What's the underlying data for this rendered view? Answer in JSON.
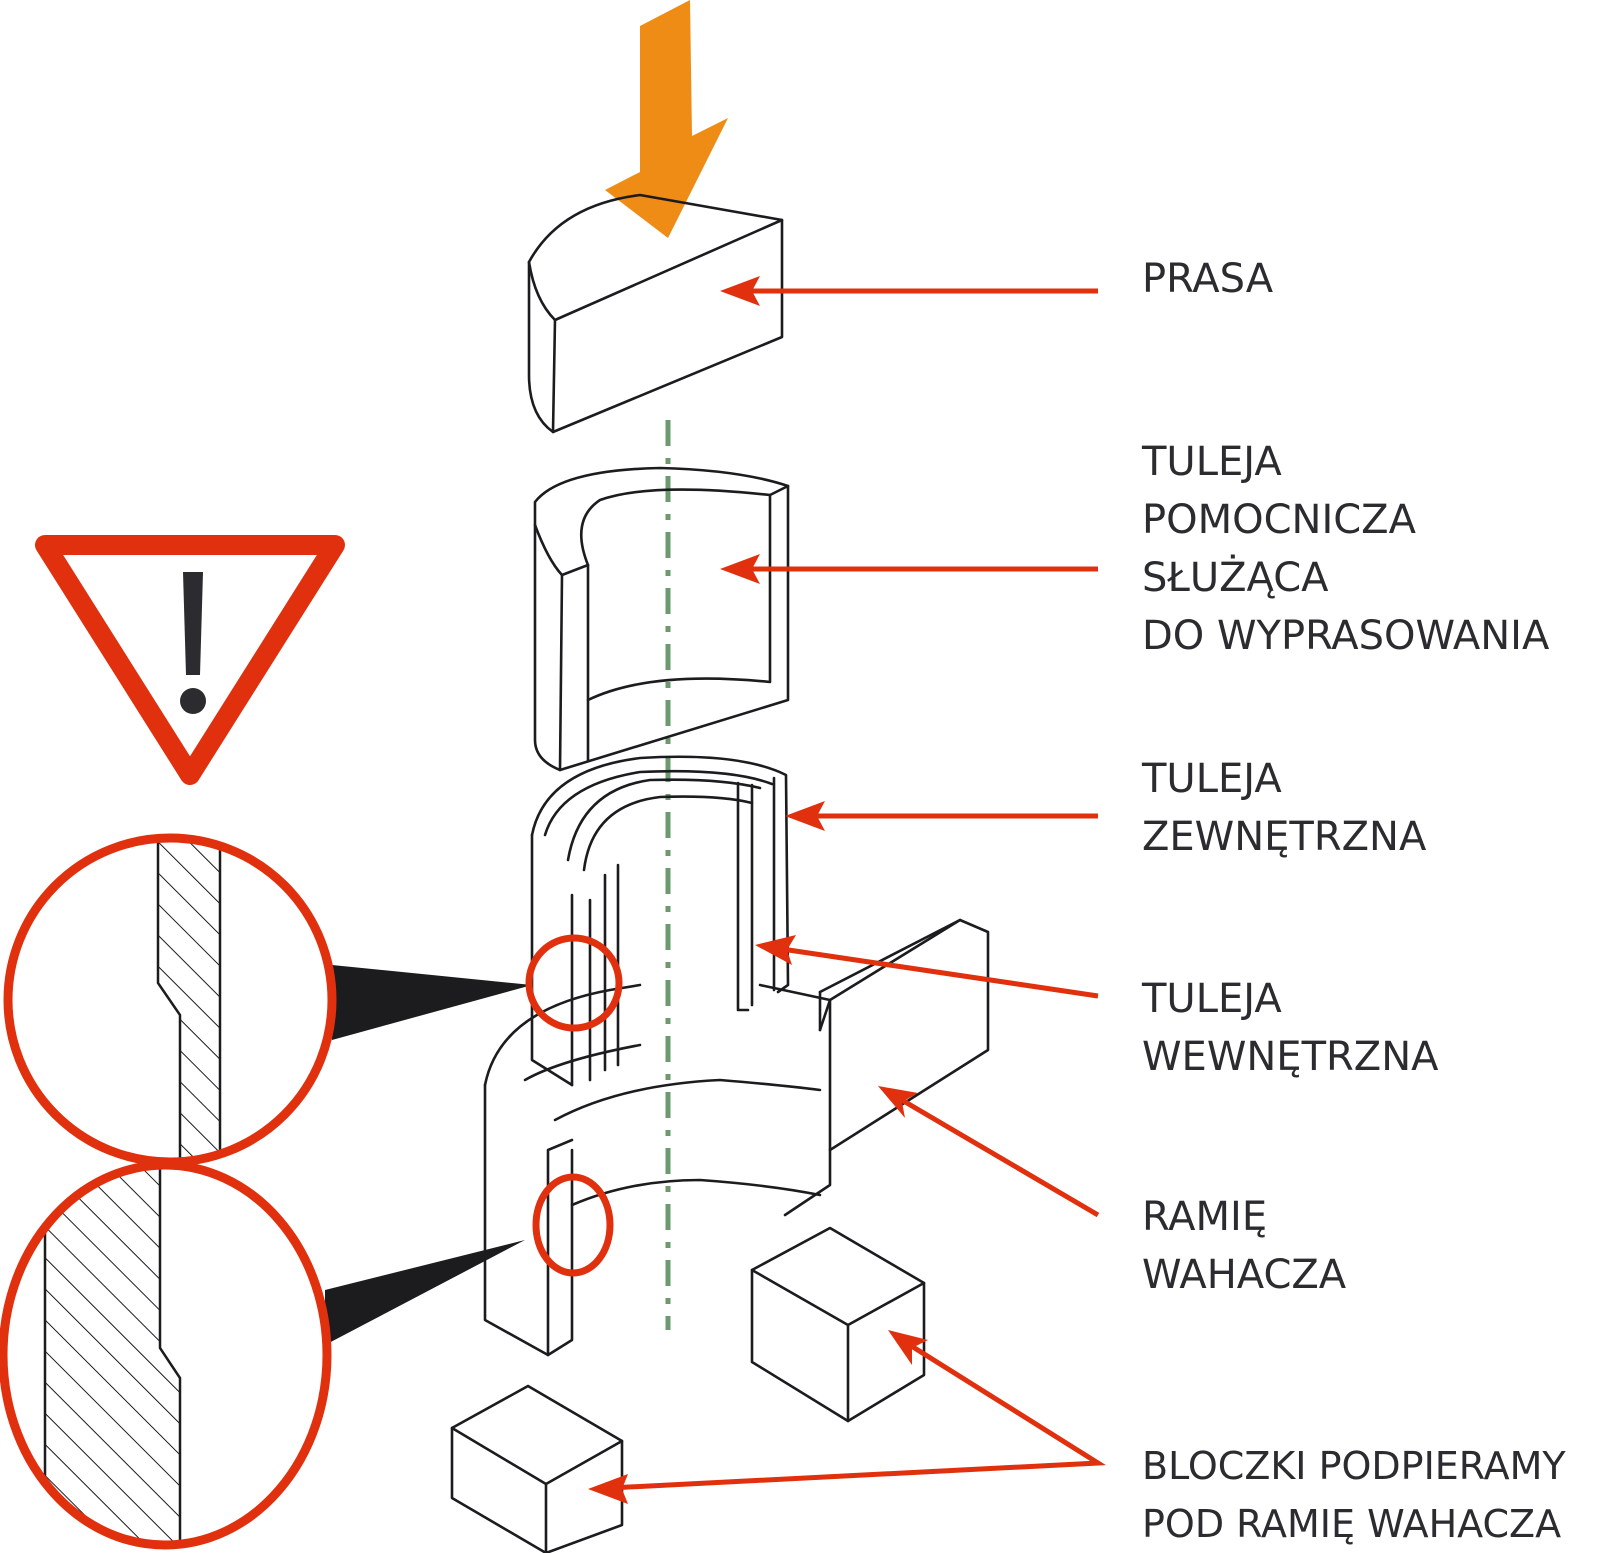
{
  "diagram": {
    "type": "exploded-assembly",
    "language": "pl",
    "colors": {
      "force_arrow": "#ef8c16",
      "callout_arrow": "#e0300e",
      "warning_border": "#e0300e",
      "line_art": "#1c1c1f",
      "axis_line": "#6a9a6e",
      "text": "#2b2b30"
    },
    "force_indicator": "press-down-arrow-icon",
    "warning_icon": {
      "symbol": "!",
      "name": "warning-triangle-icon"
    },
    "labels": [
      {
        "id": "prasa",
        "lines": [
          "PRASA"
        ]
      },
      {
        "id": "tuleja-pomocnicza",
        "lines": [
          "TULEJA",
          "POMOCNICZA",
          "SŁUŻĄCA",
          "DO WYPRASOWANIA"
        ]
      },
      {
        "id": "tuleja-zewnetrzna",
        "lines": [
          "TULEJA",
          "ZEWNĘTRZNA"
        ]
      },
      {
        "id": "tuleja-wewnetrzna",
        "lines": [
          "TULEJA",
          "WEWNĘTRZNA"
        ]
      },
      {
        "id": "ramie-wahacza",
        "lines": [
          "RAMIĘ",
          "WAHACZA"
        ]
      },
      {
        "id": "bloczki",
        "lines": [
          "BLOCZKI PODPIERAMY",
          "POD RAMIĘ WAHACZA"
        ]
      }
    ],
    "detail_views": [
      {
        "id": "detail-upper",
        "content": "hatched cross-section of outer bushing step"
      },
      {
        "id": "detail-lower",
        "content": "hatched cross-section of control-arm bore step"
      }
    ]
  }
}
